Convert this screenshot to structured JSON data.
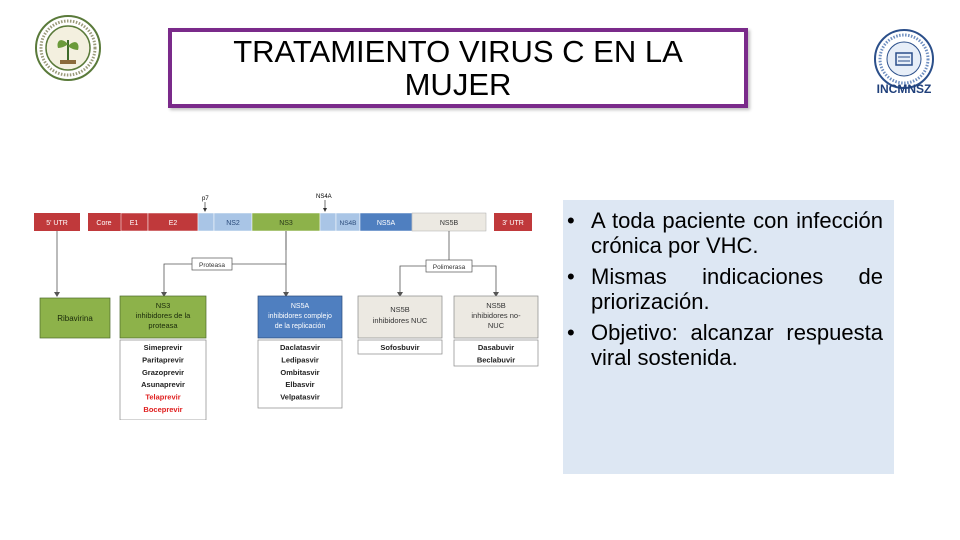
{
  "title": "TRATAMIENTO VIRUS C EN LA\nMUJER",
  "logo_right_text": "INCMNSZ",
  "diagram": {
    "top_labels": {
      "p7": "p7",
      "ns4a": "NS4A"
    },
    "genome": [
      "5' UTR",
      "Core",
      "E1",
      "E2",
      "",
      "NS2",
      "NS3",
      "",
      "NS4B",
      "NS5A",
      "NS5B",
      "3' UTR"
    ],
    "enzymes": {
      "protease": "Proteasa",
      "polymerase": "Polimerasa"
    },
    "classes": {
      "ribavirin": "Ribavirina",
      "ns3": "NS3\ninhibidores de la\nproteasa",
      "ns5a": "NS5A\ninhibidores complejo\nde la replicación",
      "ns5b_nuc": "NS5B\ninhibidores NUC",
      "ns5b_nonnuc": "NS5B\ninhibidores no-\nNUC"
    },
    "drugs": {
      "ns3": [
        "Simeprevir",
        "Paritaprevir",
        "Grazoprevir",
        "Asunaprevir",
        "Telaprevir",
        "Boceprevir"
      ],
      "ns3_red": [
        false,
        false,
        false,
        false,
        true,
        true
      ],
      "ns5a": [
        "Daclatasvir",
        "Ledipasvir",
        "Ombitasvir",
        "Elbasvir",
        "Velpatasvir"
      ],
      "ns5b_nuc": [
        "Sofosbuvir"
      ],
      "ns5b_nonnuc": [
        "Dasabuvir",
        "Beclabuvir"
      ]
    },
    "colors": {
      "red": "#c0393b",
      "lightblue": "#a9c5e6",
      "green": "#8db24a",
      "blue": "#4f7fc0",
      "beige": "#ece9e2",
      "dark_red_text": "#e02020"
    }
  },
  "bullets": [
    "A toda paciente con infección crónica por VHC.",
    "Mismas indicaciones de priorización.",
    "Objetivo: alcanzar respuesta viral sostenida."
  ]
}
